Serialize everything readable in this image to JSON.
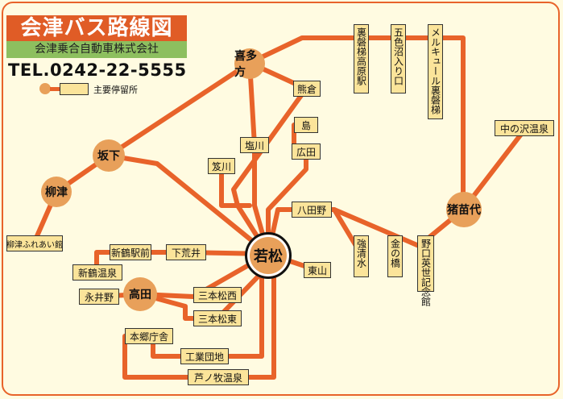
{
  "header": {
    "title": "会津バス路線図",
    "company": "会津乗合自動車株式会社",
    "tel": "TEL.0242-22-5555"
  },
  "legend": {
    "label": "主要停留所"
  },
  "colors": {
    "route": "#e8632a",
    "hub": "#e8a05a",
    "stop_fill": "#fbe49a",
    "title_bg": "#e05c26",
    "company_bg": "#8dbf5f",
    "background": "#fffbe1"
  },
  "hubs": {
    "wakamatsu": "若松",
    "kitakata": "喜多方",
    "sakashita": "坂下",
    "yanaizu": "柳津",
    "takada": "高田",
    "inawashiro": "猪苗代"
  },
  "stops": {
    "urabandai_kogen": "裏磐梯高原駅",
    "goshikinuma": "五色沼入り口",
    "mercure": "メルキュール裏磐梯",
    "nakanosawa": "中の沢温泉",
    "kumakura": "熊倉",
    "shima": "島",
    "shiokawa": "塩川",
    "hiroda": "広田",
    "kutsukawa": "笈川",
    "yatsuda": "八田野",
    "yanaizu_fureai": "柳津ふれあい館",
    "shintsuru_eki": "新鶴駅前",
    "shimoarai": "下荒井",
    "shintsuru_onsen": "新鶴温泉",
    "nagaino": "永井野",
    "sanbonmatsu_nishi": "三本松西",
    "sanbonmatsu_higashi": "三本松東",
    "hongo": "本郷庁舎",
    "kogyo": "工業団地",
    "ashinomaki": "芦ノ牧温泉",
    "higashiyama": "東山",
    "kyoshimizu": "強清水",
    "kanenohashi": "金の橋",
    "noguchi": "野口英世記念館"
  }
}
